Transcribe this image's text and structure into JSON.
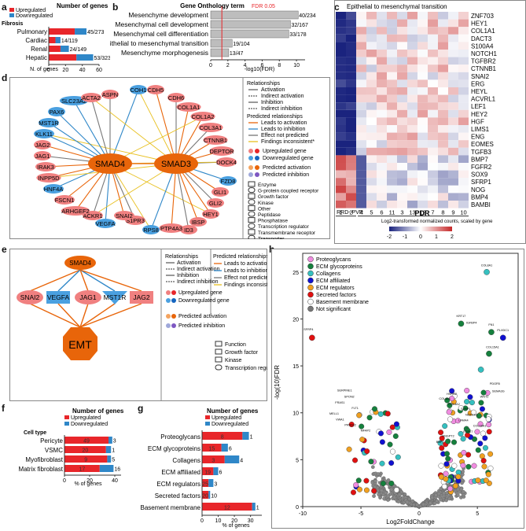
{
  "labels": {
    "a": "a",
    "b": "b",
    "c": "c",
    "d": "d",
    "e": "e",
    "f": "f",
    "g": "g",
    "h": "h"
  },
  "panel_a": {
    "title": "Number of genes",
    "legend_up": "Upregulated",
    "legend_down": "Downregulated",
    "group_label": "Fibrosis",
    "xlabel": "N. of genes",
    "ticks": [
      "0",
      "20",
      "40",
      "60"
    ],
    "colors": {
      "up": "#e8262a",
      "down": "#2f87c8"
    }
  },
  "panel_b": {
    "title": "Gene Onthology term",
    "fdr_label": "FDR 0.05",
    "xlabel": "-log10(FDR)",
    "ticks": [
      "0",
      "2",
      "4",
      "6",
      "8",
      "10"
    ]
  },
  "panel_c": {
    "title": "Epithelial to mesenchymal transition",
    "genes": [
      "ZNF703",
      "HEY1",
      "COL1A1",
      "DACT3",
      "S100A4",
      "NOTCH1",
      "TGFBR2",
      "CTNNB1",
      "SNAI2",
      "ERG",
      "HEYL",
      "ACVRL1",
      "LEF1",
      "HEY2",
      "HGF",
      "LIMS1",
      "ENG",
      "EOMES",
      "TGFB3",
      "BMP7",
      "FGFR2",
      "SOX9",
      "SFRP1",
      "NOG",
      "BMP4",
      "BAMBI"
    ],
    "cols_rrd": [
      "1",
      "2"
    ],
    "cols_pdr": [
      "4",
      "5",
      "6",
      "11",
      "3",
      "13",
      "12",
      "7",
      "8",
      "9",
      "10"
    ],
    "rrd_label": "RRD-\nPVR",
    "pdr_label": "PDR",
    "scale_label": "Log2-transformed normalized counts, scaled by gene",
    "scale_ticks": [
      "-2",
      "-1",
      "0",
      "1",
      "2"
    ]
  },
  "panel_d": {
    "hubs": [
      "SMAD4",
      "SMAD3"
    ],
    "legend_rel_title": "Relationships",
    "legend_rel": [
      "Activation",
      "Indirect activation",
      "Inhibition",
      "Indirect inhibition"
    ],
    "legend_pred_title": "Predicted relationships",
    "legend_pred": [
      "Leads to activation",
      "Leads to inhibition",
      "Effect not predicted",
      "Findings inconsistent*"
    ],
    "legend_genes": [
      "Upregulated gene",
      "Downregulated gene"
    ],
    "legend_predicted": [
      "Predicted activation",
      "Predicted inhibition"
    ],
    "legend_shapes": [
      "Enzyme",
      "G-protein coupled receptor",
      "Growth factor",
      "Kinase",
      "Other",
      "Peptidase",
      "Phosphatase",
      "Transcription regulator",
      "Transmembrane receptor",
      "Transporter"
    ],
    "nodes": [
      "ASPN",
      "COH1",
      "CDH5",
      "CDH6",
      "COL1A1",
      "COL1A2",
      "COL3A1",
      "CTNNB1",
      "DEPTOR",
      "DOCK4",
      "FZD8",
      "GLI1",
      "GLI2",
      "HEY1",
      "IBSP",
      "ID3",
      "PTP4A3",
      "RPS8",
      "S1PR3",
      "SNAI2",
      "VEGFA",
      "ACKR1",
      "ARHGEF2",
      "FSCN1",
      "HNF4A",
      "INPP5D",
      "IRAK3",
      "JAG1",
      "JAG2",
      "KLK11",
      "MST1R",
      "PAX6",
      "SLC23A2",
      "ACTA2"
    ]
  },
  "panel_e": {
    "top": "SMAD4",
    "targets": [
      "SNAI2",
      "VEGFA",
      "JAG1",
      "MST1R",
      "JAG2"
    ],
    "bottom": "EMT",
    "legend_rel_title": "Relationships",
    "legend_rel": [
      "Activation",
      "Indirect activation",
      "Inhibition",
      "Indirect inhibition"
    ],
    "legend_pred_title": "Predicted relationships",
    "legend_pred": [
      "Leads to activation",
      "Leads to inhibition",
      "Effect not predicted",
      "Findings inconsistent*"
    ],
    "legend_genes": [
      "Upregulated gene",
      "Downregulated gene"
    ],
    "legend_predicted": [
      "Predicted activation",
      "Predicted inhibition"
    ],
    "legend_shapes": [
      "Function",
      "Growth factor",
      "Kinase",
      "Transcription regulator"
    ]
  },
  "panel_f": {
    "title": "Number of genes",
    "legend_up": "Upregulated",
    "legend_down": "Downregulated",
    "group_label": "Cell type",
    "xlabel": "% of genes",
    "ticks": [
      "0",
      "20",
      "40"
    ]
  },
  "panel_g": {
    "title": "Number of genes",
    "legend_up": "Upregulated",
    "legend_down": "Downregulated",
    "xlabel": "% of genes",
    "ticks": [
      "0",
      "10",
      "20",
      "30"
    ]
  },
  "panel_h": {
    "legend": [
      {
        "name": "Proteoglycans",
        "color": "#f08ce0"
      },
      {
        "name": "ECM glycoproteins",
        "color": "#15803d"
      },
      {
        "name": "Collagens",
        "color": "#35c0c0"
      },
      {
        "name": "ECM affiliated",
        "color": "#1010d0"
      },
      {
        "name": "ECM regulators",
        "color": "#f0a020"
      },
      {
        "name": "Secreted factors",
        "color": "#e01010"
      },
      {
        "name": "Basement membrane",
        "color": "#ffffff"
      },
      {
        "name": "Not significant",
        "color": "#777777"
      }
    ],
    "xlabel": "Log2FoldChange",
    "ylabel": "-log(10)FDR",
    "xticks": [
      "-10",
      "-5",
      "0",
      "5"
    ],
    "yticks": [
      "0",
      "5",
      "10",
      "15",
      "20",
      "25"
    ],
    "labeled_points": [
      "COL8A1",
      "KRT17",
      "IGFBP4",
      "FN1",
      "PLXDC1",
      "COL15A1",
      "SFRP4",
      "SERPINE1",
      "SPON2",
      "FRAS1",
      "FLT1",
      "MELL1",
      "VWA1",
      "PRSS12",
      "MFAP2",
      "HSPG2",
      "COL4A1",
      "COL4A2",
      "SFRP1",
      "NOTCH1",
      "LAMA4",
      "COL18A1",
      "EGFL7",
      "ANGPT2",
      "BMP7",
      "PDGFB",
      "SEMA3G",
      "WNT2"
    ]
  },
  "chart_data": [
    {
      "type": "bar",
      "panel": "a",
      "title": "Number of genes",
      "group": "Fibrosis",
      "categories": [
        "Pulmonary",
        "Cardiac",
        "Renal",
        "Hepatic"
      ],
      "series": [
        {
          "name": "Upregulated",
          "values": [
            31,
            8,
            14,
            33
          ]
        },
        {
          "name": "Downregulated",
          "values": [
            14,
            6,
            10,
            20
          ]
        }
      ],
      "annotations": [
        "45/273",
        "14/119",
        "24/149",
        "53/323"
      ],
      "xlabel": "N. of genes",
      "xlim": [
        0,
        60
      ]
    },
    {
      "type": "bar",
      "panel": "b",
      "title": "Gene Onthology term",
      "categories": [
        "Mesenchyme development",
        "Mesenchymal cell development",
        "Mesenchymal cell differentiation",
        "Epithelial to mesenchymal transition",
        "Mesenchyme morphogenesis"
      ],
      "values": [
        10.2,
        9.3,
        9.1,
        2.5,
        2.1
      ],
      "annotations": [
        "40/234",
        "32/167",
        "33/178",
        "19/104",
        "13/47"
      ],
      "xlabel": "-log10(FDR)",
      "xlim": [
        0,
        11
      ],
      "threshold": 1.3
    },
    {
      "type": "bar",
      "panel": "f",
      "title": "Number of genes",
      "group": "Cell type",
      "categories": [
        "Pericyte",
        "VSMC",
        "Myofibroblast",
        "Matrix fibroblast"
      ],
      "series": [
        {
          "name": "Upregulated",
          "values": [
            35,
            33,
            34,
            28
          ]
        },
        {
          "name": "Downregulated",
          "values": [
            3,
            4,
            3,
            11
          ]
        }
      ],
      "annotations": [
        [
          "49",
          "3"
        ],
        [
          "20",
          "1"
        ],
        [
          "9",
          "5"
        ],
        [
          "17",
          "16"
        ]
      ],
      "xlabel": "% of genes",
      "xlim": [
        0,
        45
      ]
    },
    {
      "type": "bar",
      "panel": "g",
      "title": "Number of genes",
      "categories": [
        "Proteoglycans",
        "ECM glycoproteins",
        "Collagens",
        "ECM affiliated",
        "ECM regulators",
        "Secreted factors",
        "Basement membrane"
      ],
      "series": [
        {
          "name": "Upregulated",
          "values": [
            25,
            12,
            14,
            7,
            4,
            4,
            31
          ]
        },
        {
          "name": "Downregulated",
          "values": [
            4,
            4,
            9,
            3,
            3,
            1,
            2
          ]
        }
      ],
      "annotations": [
        [
          "8",
          "1"
        ],
        [
          "15",
          "6"
        ],
        [
          "3",
          "4"
        ],
        [
          "19",
          "6"
        ],
        [
          "25",
          "3"
        ],
        [
          "20",
          "10"
        ],
        [
          "12",
          "1"
        ]
      ],
      "xlabel": "% of genes",
      "xlim": [
        0,
        37
      ]
    }
  ]
}
